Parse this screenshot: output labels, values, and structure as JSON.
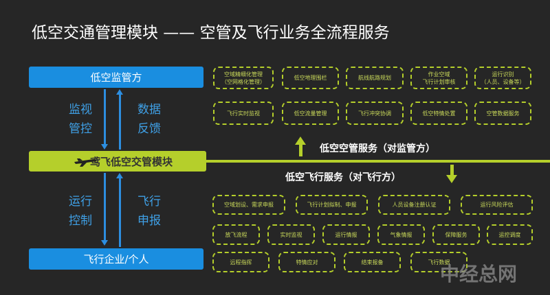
{
  "title": "低空交通管理模块 —— 空管及飞行业务全流程服务",
  "left": {
    "top_box": "低空监管方",
    "bottom_box": "飞行企业/个人",
    "module": "鸢飞低空交管模块",
    "upper_left_label": "监视\n管控",
    "upper_right_label": "数据\n反馈",
    "lower_left_label": "运行\n控制",
    "lower_right_label": "飞行\n申报"
  },
  "services": {
    "atc_label": "低空空管服务（对监管方）",
    "flight_label": "低空飞行服务（对飞行方）"
  },
  "atc_items": [
    "空域精细化管理\n（空网格化管理）",
    "低空地理围栏",
    "航线航路规划",
    "作业空域\n飞行计划审核",
    "运行识别\n（人员、设备等）",
    "飞行实时监视",
    "低空流量管理",
    "飞行冲突协调",
    "低空特情处置",
    "空管数据服务"
  ],
  "flight_items": [
    "空域划设、需求申报",
    "飞行计划拟制、申报",
    "人员设备注册认证",
    "运行风险评估",
    "放飞流程",
    "实时监视",
    "运行情报",
    "气象情报",
    "保障服务",
    "运控调度",
    "远程指挥",
    "特情应对",
    "结束报备",
    "飞行数据"
  ],
  "watermark": "中经总网",
  "colors": {
    "accent_green": "#b5cf2b",
    "accent_blue": "#1a8ee0",
    "background": "#262626"
  }
}
